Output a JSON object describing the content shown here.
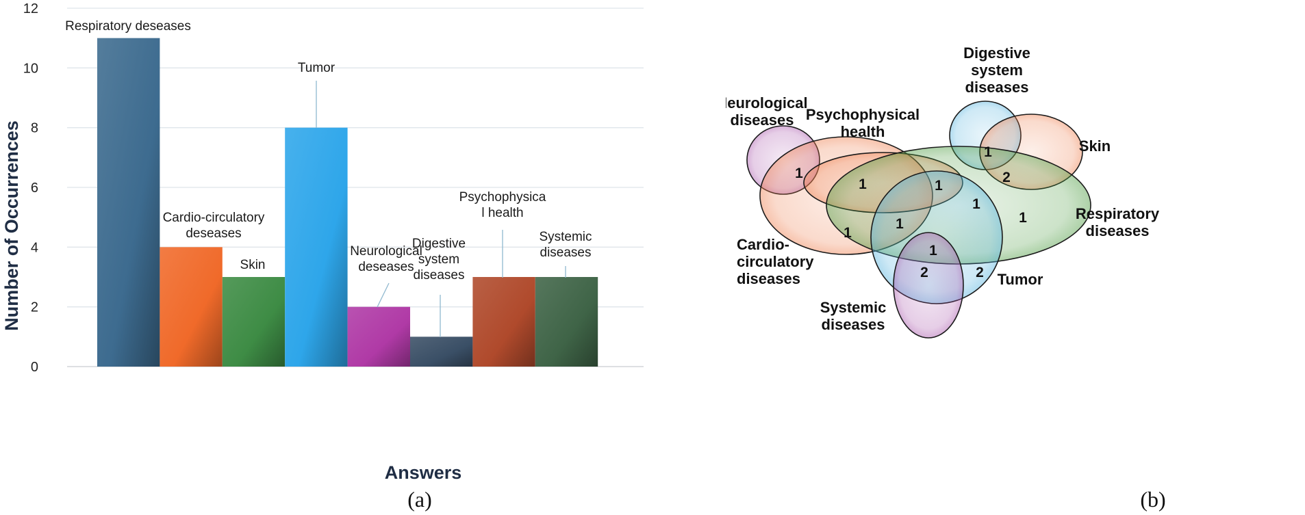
{
  "chart_data": [
    {
      "type": "bar",
      "xlabel": "Answers",
      "ylabel": "Number of Occurrences",
      "ylim": [
        0,
        12
      ],
      "yticks": [
        0,
        2,
        4,
        6,
        8,
        10,
        12
      ],
      "grid": true,
      "panel_label": "(a)",
      "categories": [
        "Respiratory deseases",
        "Cardio-circulatory deseases",
        "Skin",
        "Tumor",
        "Neurological deseases",
        "Digestive system diseases",
        "Psychophysica l health",
        "Systemic diseases"
      ],
      "values": [
        11,
        4,
        3,
        8,
        2,
        1,
        3,
        3
      ],
      "colors": [
        "#3d6b8f",
        "#f06a2a",
        "#3e8c45",
        "#2ea6ea",
        "#b03aa6",
        "#3a4f66",
        "#b04a2c",
        "#3f6447"
      ]
    },
    {
      "type": "venn",
      "panel_label": "(b)",
      "sets": [
        {
          "name": "Neurological diseases",
          "color": "#a54fa8"
        },
        {
          "name": "Psychophysical health",
          "color": "#ee7c4a"
        },
        {
          "name": "Digestive system diseases",
          "color": "#4fb0dd"
        },
        {
          "name": "Skin",
          "color": "#ee7c4a"
        },
        {
          "name": "Respiratory diseases",
          "color": "#4a9a3e"
        },
        {
          "name": "Cardio-circulatory diseases",
          "color": "#ee7c4a"
        },
        {
          "name": "Tumor",
          "color": "#4fb0dd"
        },
        {
          "name": "Systemic diseases",
          "color": "#a54fa8"
        }
      ],
      "region_counts": [
        1,
        1,
        1,
        1,
        2,
        1,
        1,
        1,
        1,
        1,
        2,
        2
      ]
    }
  ]
}
